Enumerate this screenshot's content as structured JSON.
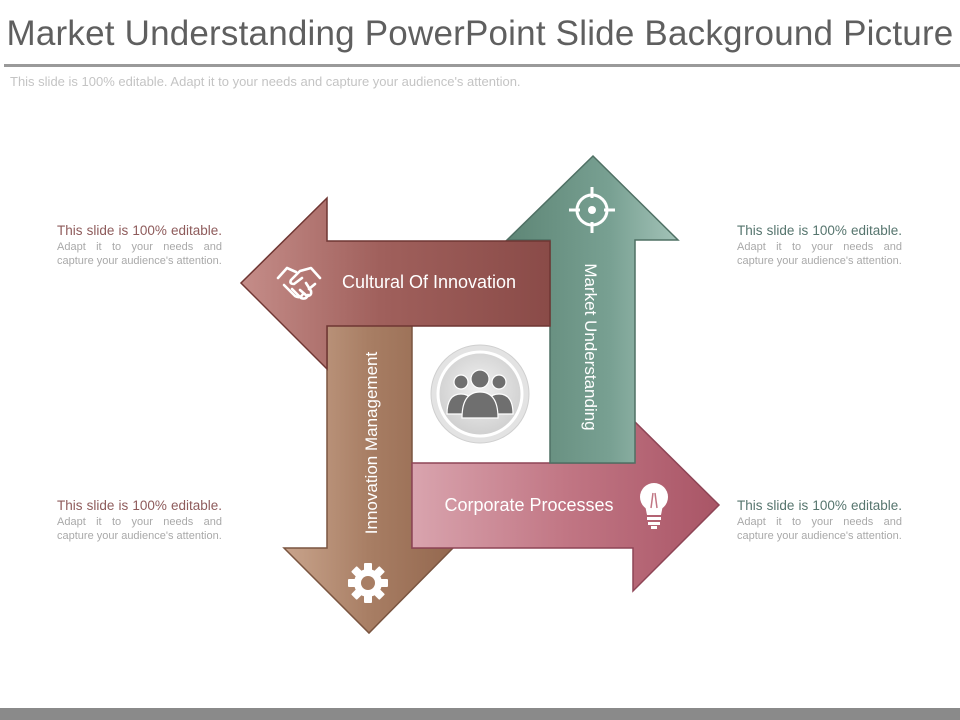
{
  "slide": {
    "title": "Market Understanding PowerPoint Slide Background Picture",
    "subtitle": "This slide is 100% editable. Adapt it to your needs and capture your audience's attention."
  },
  "notes": [
    {
      "id": "top-left",
      "lead": "This slide is 100% editable.",
      "body": " Adapt it to your needs and capture your audience's attention."
    },
    {
      "id": "top-right",
      "lead": "This slide is 100% editable.",
      "body": " Adapt it to your needs and capture your audience's attention."
    },
    {
      "id": "bottom-left",
      "lead": "This slide is 100% editable.",
      "body": " Adapt it to your needs and capture your audience's attention."
    },
    {
      "id": "bottom-right",
      "lead": "This slide is 100% editable.",
      "body": " Adapt it to your needs and capture your audience's attention."
    }
  ],
  "arrows": {
    "cultural": {
      "label": "Cultural  Of Innovation",
      "icon": "handshake-icon",
      "color": "#9c5b57"
    },
    "market": {
      "label": "Market Understanding",
      "icon": "target-icon",
      "color": "#6e9689"
    },
    "innovation": {
      "label": "Innovation  Management",
      "icon": "gear-icon",
      "color": "#a77d63"
    },
    "corporate": {
      "label": "Corporate Processes",
      "icon": "lightbulb-icon",
      "color": "#c07381"
    }
  },
  "center": {
    "icon": "team-icon"
  }
}
